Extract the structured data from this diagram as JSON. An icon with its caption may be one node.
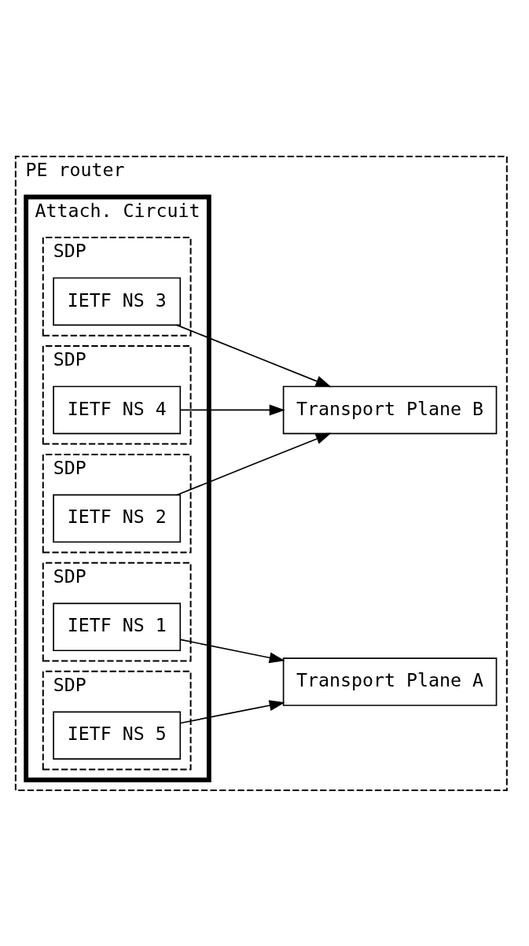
{
  "diagram": {
    "nodes": [
      {
        "text": [
          "PE router"
        ]
      },
      {
        "text": [
          "Attach. Circuit"
        ],
        "in": 0
      },
      {
        "text": [
          "SDP"
        ],
        "in": 1
      },
      {
        "text": [
          "IETF NS 1"
        ],
        "in": 2
      },
      {
        "text": [
          "SDP"
        ],
        "in": 1
      },
      {
        "text": [
          "IETF NS 2"
        ],
        "in": 4
      },
      {
        "text": [
          "SDP"
        ],
        "in": 1
      },
      {
        "text": [
          "IETF NS 3"
        ],
        "in": 6
      },
      {
        "text": [
          "SDP"
        ],
        "in": 1
      },
      {
        "text": [
          "IETF NS 4"
        ],
        "in": 8
      },
      {
        "text": [
          "SDP"
        ],
        "in": 1
      },
      {
        "text": [
          "IETF NS 5"
        ],
        "in": 10
      },
      {
        "text": [
          "Transport Plane A"
        ],
        "in": 0
      },
      {
        "text": [
          "Transport Plane B"
        ],
        "in": 0
      }
    ],
    "edges": [
      {
        "from": 3,
        "to": 12,
        "arrow": "to"
      },
      {
        "from": 5,
        "to": 13,
        "arrow": "to"
      },
      {
        "from": 7,
        "to": 13,
        "arrow": "to"
      },
      {
        "from": 9,
        "to": 13,
        "arrow": "to"
      },
      {
        "from": 11,
        "to": 12,
        "arrow": "to"
      }
    ]
  }
}
